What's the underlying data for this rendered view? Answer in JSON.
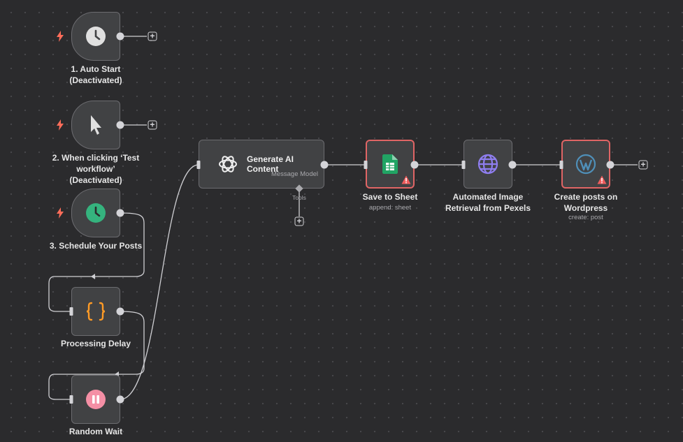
{
  "nodes": {
    "auto_start": {
      "label": "1. Auto Start",
      "sublabel": "(Deactivated)"
    },
    "manual_trigger": {
      "label_line1": "2. When clicking ‘Test",
      "label_line2": "workflow’",
      "label_line3": "(Deactivated)"
    },
    "schedule": {
      "label": "3. Schedule Your Posts"
    },
    "processing_delay": {
      "label": "Processing Delay"
    },
    "random_wait": {
      "label": "Random Wait"
    },
    "generate_ai": {
      "title_line1": "Generate AI",
      "title_line2": "Content",
      "subtitle": "Message Model",
      "tools_label": "Tools"
    },
    "save_to_sheet": {
      "label": "Save to Sheet",
      "sublabel": "append: sheet"
    },
    "image_retrieval": {
      "label_line1": "Automated Image",
      "label_line2": "Retrieval from Pexels"
    },
    "wordpress": {
      "label_line1": "Create posts on",
      "label_line2": "Wordpress",
      "sublabel": "create: post"
    }
  },
  "add_button_symbol": "+",
  "icons": {
    "clock": "clock-icon",
    "pointer": "cursor-icon",
    "schedule": "schedule-clock-icon",
    "code": "braces-icon",
    "wait": "pause-icon",
    "openai": "openai-icon",
    "sheets": "google-sheets-icon",
    "globe": "globe-icon",
    "wordpress": "wordpress-icon",
    "trigger": "lightning-bolt-icon",
    "warning": "warning-icon"
  },
  "colors": {
    "canvas": "#2b2b2d",
    "node_fill": "#414244",
    "node_border": "#6c6c70",
    "error_border": "#e06565",
    "trigger_bolt": "#ff6d5a",
    "schedule_green": "#35b37e",
    "code_orange": "#ff9b26",
    "wait_pink": "#f48fa5",
    "sheets_green": "#21a464",
    "globe_purple": "#8f7ef0",
    "wordpress_blue": "#4f8fb8"
  }
}
